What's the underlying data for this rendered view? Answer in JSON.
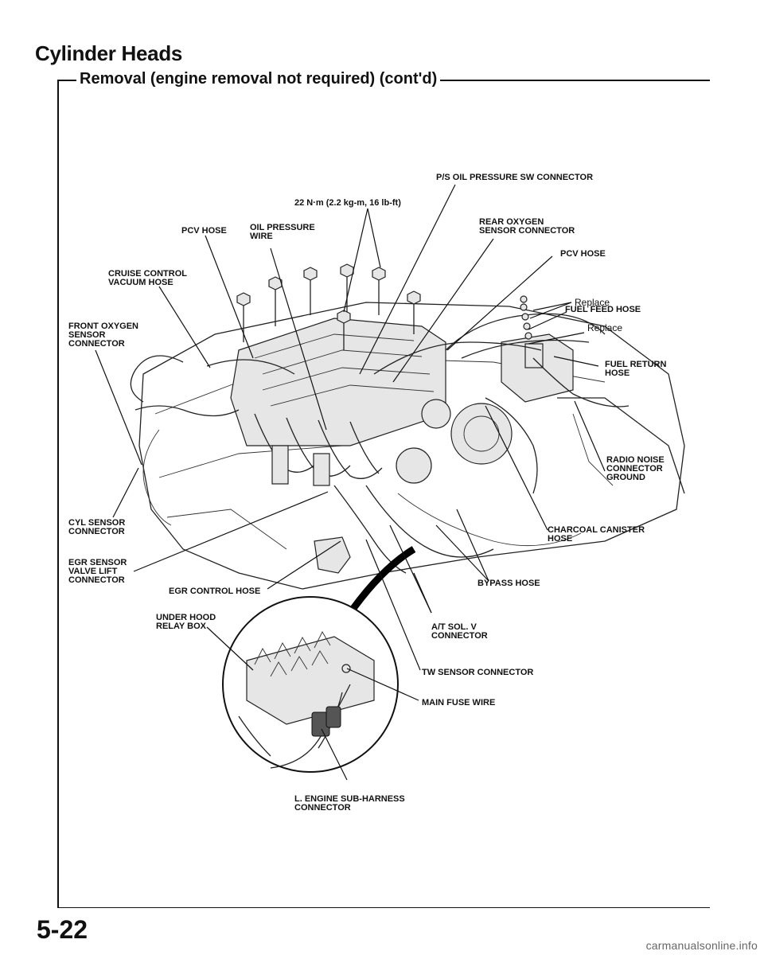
{
  "header": {
    "title": "Cylinder Heads",
    "subtitle": "Removal (engine removal not required) (cont'd)"
  },
  "labels": {
    "ps_oil_pressure_sw_connector": "P/S OIL PRESSURE SW CONNECTOR",
    "torque_spec": "22 N·m (2.2 kg-m, 16 lb-ft)",
    "rear_oxygen_sensor_connector": [
      "REAR OXYGEN",
      "SENSOR CONNECTOR"
    ],
    "pcv_hose_left": "PCV HOSE",
    "oil_pressure_wire": [
      "OIL PRESSURE",
      "WIRE"
    ],
    "pcv_hose_right": "PCV HOSE",
    "cruise_control_vacuum_hose": [
      "CRUISE CONTROL",
      "VACUUM HOSE"
    ],
    "replace_1": "Replace",
    "fuel_feed_hose": "FUEL FEED HOSE",
    "front_oxygen_sensor_connector": [
      "FRONT OXYGEN",
      "SENSOR",
      "CONNECTOR"
    ],
    "replace_2": "Replace",
    "fuel_return_hose": [
      "FUEL RETURN",
      "HOSE"
    ],
    "radio_noise_connector_ground": [
      "RADIO NOISE",
      "CONNECTOR",
      "GROUND"
    ],
    "cyl_sensor_connector": [
      "CYL SENSOR",
      "CONNECTOR"
    ],
    "charcoal_canister_hose": [
      "CHARCOAL CANISTER",
      "HOSE"
    ],
    "egr_sensor_valve_lift_connector": [
      "EGR SENSOR",
      "VALVE LIFT",
      "CONNECTOR"
    ],
    "egr_control_hose": "EGR CONTROL HOSE",
    "bypass_hose": "BYPASS HOSE",
    "under_hood_relay_box": [
      "UNDER HOOD",
      "RELAY BOX"
    ],
    "at_sol_v_connector": [
      "A/T SOL. V",
      "CONNECTOR"
    ],
    "tw_sensor_connector": "TW SENSOR CONNECTOR",
    "main_fuse_wire": "MAIN FUSE WIRE",
    "l_engine_sub_harness_connector": [
      "L. ENGINE SUB-HARNESS",
      "CONNECTOR"
    ]
  },
  "footer": {
    "page_number": "5-22",
    "watermark": "carmanualsonline.info"
  }
}
